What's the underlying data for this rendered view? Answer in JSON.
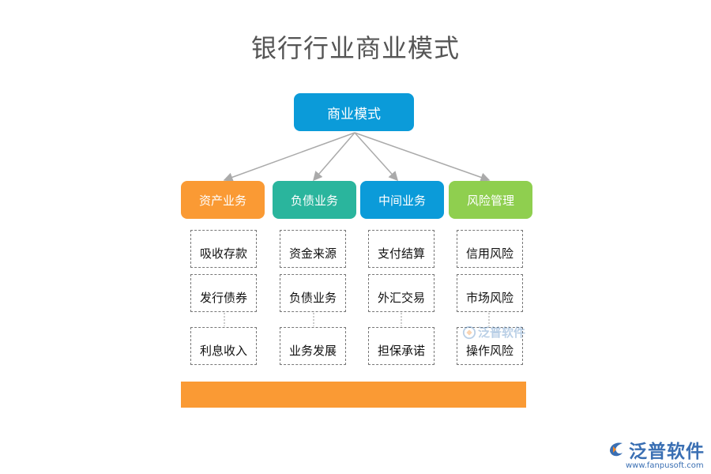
{
  "title": "银行行业商业模式",
  "root": {
    "label": "商业模式",
    "color": "#0b9bd9"
  },
  "categories": [
    {
      "label": "资产业务",
      "color": "#fa9a34",
      "items": [
        "吸收存款",
        "发行债券",
        "利息收入"
      ]
    },
    {
      "label": "负债业务",
      "color": "#2ab59d",
      "items": [
        "资金来源",
        "负债业务",
        "业务发展"
      ]
    },
    {
      "label": "中间业务",
      "color": "#0b9bd9",
      "items": [
        "支付结算",
        "外汇交易",
        "担保承诺"
      ]
    },
    {
      "label": "风险管理",
      "color": "#8fcf4f",
      "items": [
        "信用风险",
        "市场风险",
        "操作风险"
      ]
    }
  ],
  "bottom_bar_color": "#fa9a34",
  "watermark": {
    "text": "泛普软件",
    "url": "www.fanpusoft.com",
    "color": "#3a6fb3"
  }
}
